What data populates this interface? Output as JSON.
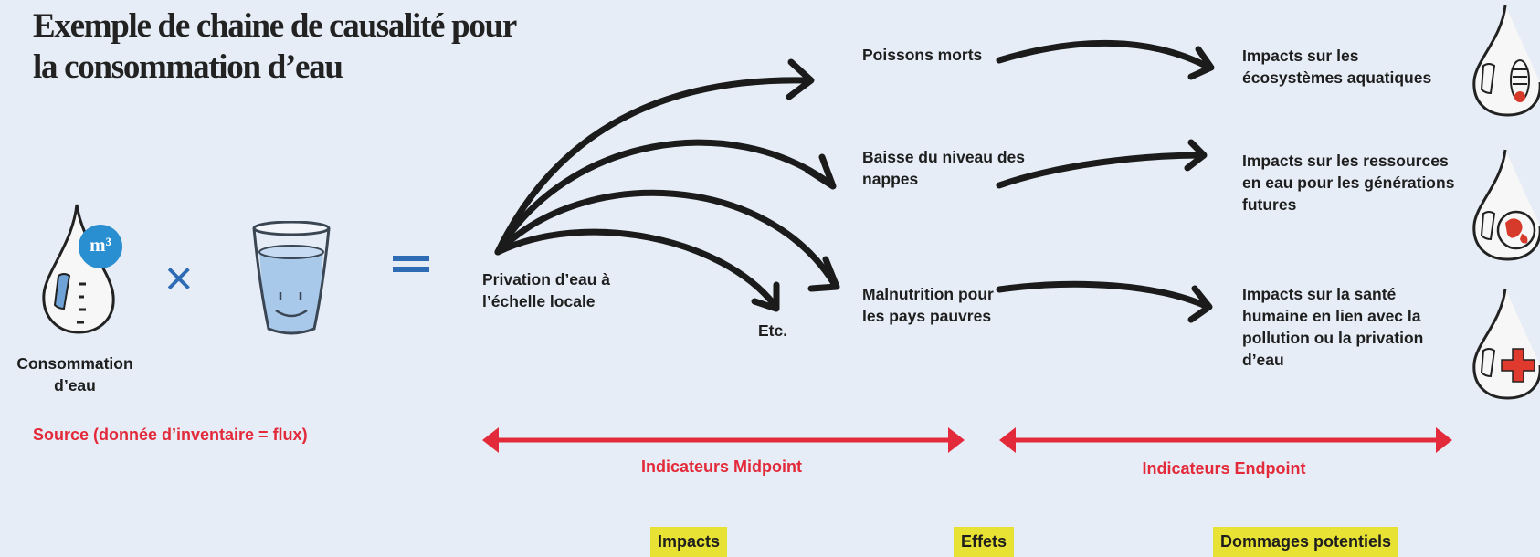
{
  "title": "Exemple de chaine de causalité pour la consommation d’eau",
  "source_block": {
    "unit_badge": "m³",
    "multiply_symbol": "×",
    "equals_symbol": "=",
    "consumption_label": "Consommation d’eau",
    "source_label": "Source (donnée d’inventaire = flux)"
  },
  "privation_label": "Privation d’eau à l’échelle locale",
  "midpoints": {
    "poissons": "Poissons morts",
    "nappes": "Baisse du niveau des nappes",
    "malnutrition": "Malnutrition pour les pays pauvres",
    "etc": "Etc."
  },
  "endpoints": {
    "ecosystemes": "Impacts sur les écosystèmes aquatiques",
    "ressources": "Impacts sur les ressources en eau pour les générations futures",
    "sante": "Impacts sur la santé humaine en lien avec la pollution ou la privation d’eau"
  },
  "ranges": {
    "midpoint": "Indicateurs Midpoint",
    "endpoint": "Indicateurs Endpoint"
  },
  "tags": {
    "impacts": "Impacts",
    "effets": "Effets",
    "dommages": "Dommages potentiels"
  },
  "colors": {
    "background": "#e6edf6",
    "accent_red": "#e32a3a",
    "tag_yellow": "#e8e234",
    "operator_blue": "#2d6cb5",
    "badge_blue": "#2a8fd1"
  },
  "icons": [
    "water-drop-meter-icon",
    "multiply-icon",
    "smiling-glass-icon",
    "equals-icon",
    "fish-drop-icon",
    "globe-drop-icon",
    "health-cross-drop-icon"
  ]
}
